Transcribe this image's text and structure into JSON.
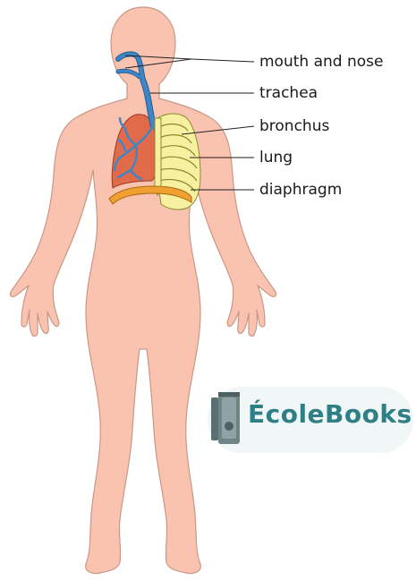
{
  "labels": {
    "mouth_and_nose": "mouth and nose",
    "trachea": "trachea",
    "bronchus": "bronchus",
    "lung": "lung",
    "diaphragm": "diaphragm"
  },
  "watermark": {
    "text": "ÉcoleBooks"
  },
  "colors": {
    "skin": "#f9c3b0",
    "skin_outline": "#c99787",
    "airway": "#3f86c6",
    "lung": "#e06a4a",
    "rib_cage": "#f6f0a0",
    "diaphragm": "#f0a030",
    "watermark": "#2f7f86"
  }
}
